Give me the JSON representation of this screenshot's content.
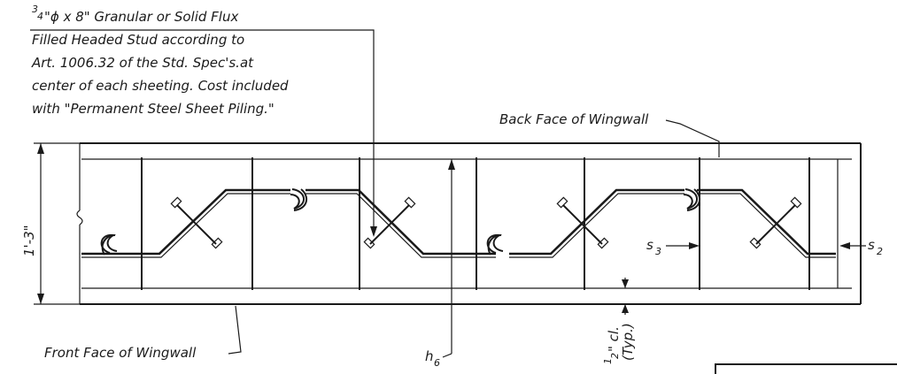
{
  "note": {
    "size_num": "3",
    "size_den": "4",
    "line1_rest": "\"ϕ x 8\" Granular or Solid Flux",
    "line2": "Filled Headed Stud according to",
    "line3": "Art. 1006.32 of the Std. Spec's.at",
    "line4": "center of each sheeting. Cost included",
    "line5": "with \"Permanent Steel Sheet Piling.\""
  },
  "labels": {
    "back_face": "Back Face of Wingwall",
    "front_face": "Front Face of Wingwall",
    "height_dim": "1'-3\"",
    "h6_base": "h",
    "h6_sub": "6",
    "s3_base": "s",
    "s3_sub": "3",
    "s2_base": "s",
    "s2_sub": "2",
    "clear_num": "1",
    "clear_den": "2",
    "clear_rest": "\" cl.",
    "clear_typ": "(Typ.)"
  }
}
